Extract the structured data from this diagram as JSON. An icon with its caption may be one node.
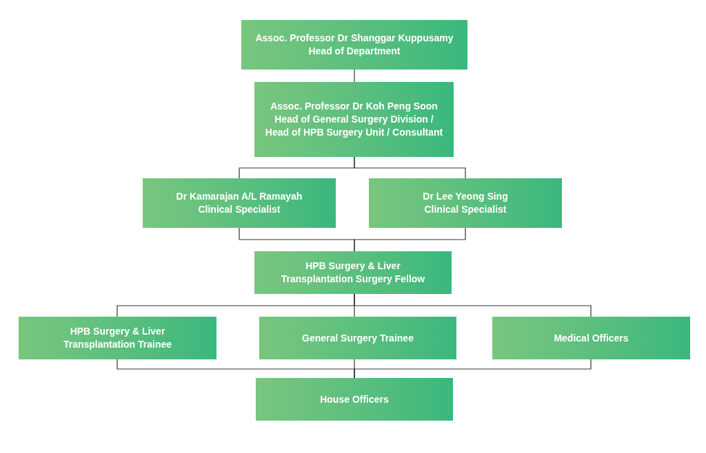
{
  "diagram": {
    "nodes": [
      {
        "text": [
          "Assoc. Professor Dr Shanggar Kuppusamy",
          "Head of Department"
        ]
      },
      {
        "text": [
          "Assoc. Professor Dr Koh Peng Soon",
          "Head of General Surgery Division / Head of HPB Surgery Unit / Consultant"
        ]
      },
      {
        "text": [
          "Dr Kamarajan A/L Ramayah",
          "Clinical Specialist"
        ]
      },
      {
        "text": [
          "Dr Lee Yeong Sing",
          "Clinical Specialist"
        ]
      },
      {
        "text": [
          "HPB Surgery & Liver Transplantation Surgery Fellow"
        ]
      },
      {
        "text": [
          "HPB Surgery & Liver Transplantation Trainee"
        ]
      },
      {
        "text": [
          "General Surgery Trainee"
        ]
      },
      {
        "text": [
          "Medical Officers"
        ]
      },
      {
        "text": [
          "House Officers"
        ]
      }
    ],
    "edges": [
      {
        "from": 0,
        "to": 1,
        "arrow": "none"
      },
      {
        "from": 1,
        "to": 2,
        "arrow": "none"
      },
      {
        "from": 1,
        "to": 3,
        "arrow": "none"
      },
      {
        "from": 2,
        "to": 4,
        "arrow": "none"
      },
      {
        "from": 3,
        "to": 4,
        "arrow": "none"
      },
      {
        "from": 4,
        "to": 5,
        "arrow": "none"
      },
      {
        "from": 4,
        "to": 6,
        "arrow": "none"
      },
      {
        "from": 4,
        "to": 7,
        "arrow": "none"
      },
      {
        "from": 5,
        "to": 8,
        "arrow": "none"
      },
      {
        "from": 6,
        "to": 8,
        "arrow": "none"
      },
      {
        "from": 7,
        "to": 8,
        "arrow": "none"
      }
    ]
  }
}
